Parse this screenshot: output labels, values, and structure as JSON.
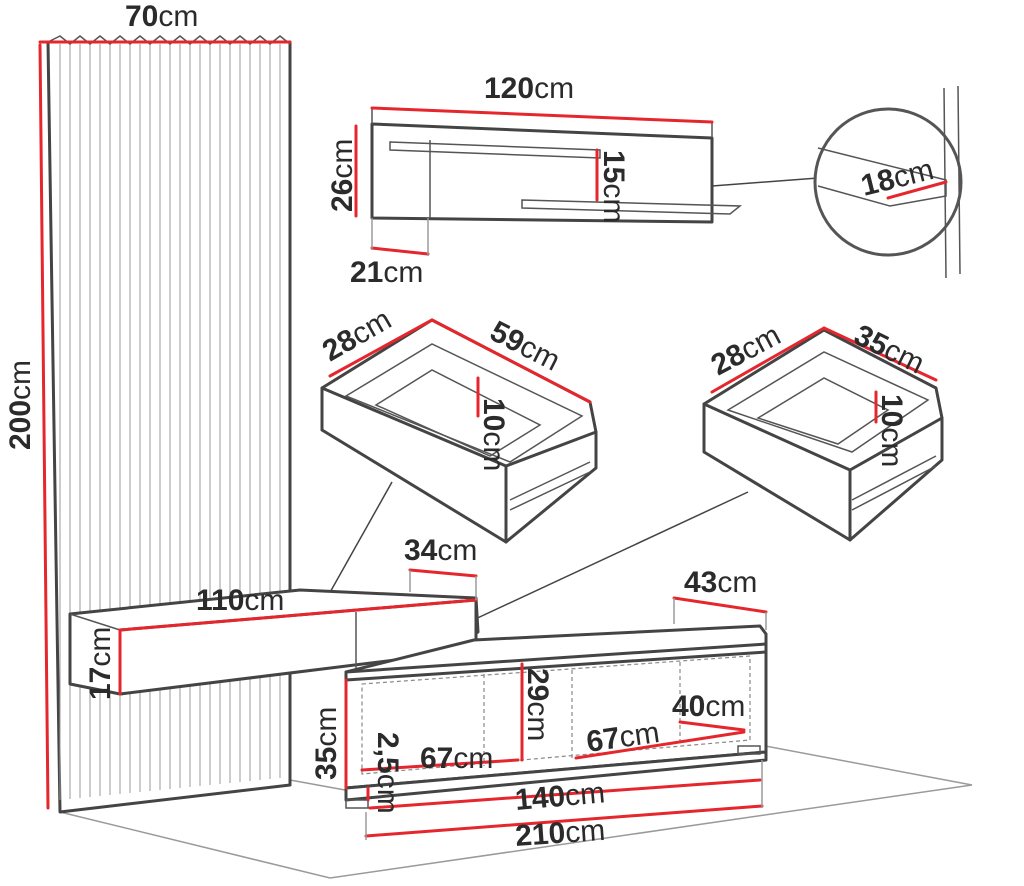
{
  "accent_color": "#e5262d",
  "outline_color": "#444444",
  "dimensions": {
    "panel_width": "70",
    "panel_height": "200",
    "shelf_width": "120",
    "shelf_height": "26",
    "shelf_depth": "21",
    "shelf_inner": "15",
    "detail_thickness": "18",
    "drawer_large_depth": "28",
    "drawer_large_width": "59",
    "drawer_large_height": "10",
    "drawer_small_depth": "28",
    "drawer_small_width": "35",
    "drawer_small_height": "10",
    "hanging_width": "110",
    "hanging_depth": "34",
    "hanging_height": "17",
    "tv_depth": "43",
    "tv_height": "35",
    "tv_inner_height": "29",
    "tv_inner_depth": "40",
    "tv_compartment_left": "67",
    "tv_compartment_right": "67",
    "tv_leg_height": "2,5",
    "tv_width": "140",
    "total_width": "210"
  },
  "unit": "cm"
}
